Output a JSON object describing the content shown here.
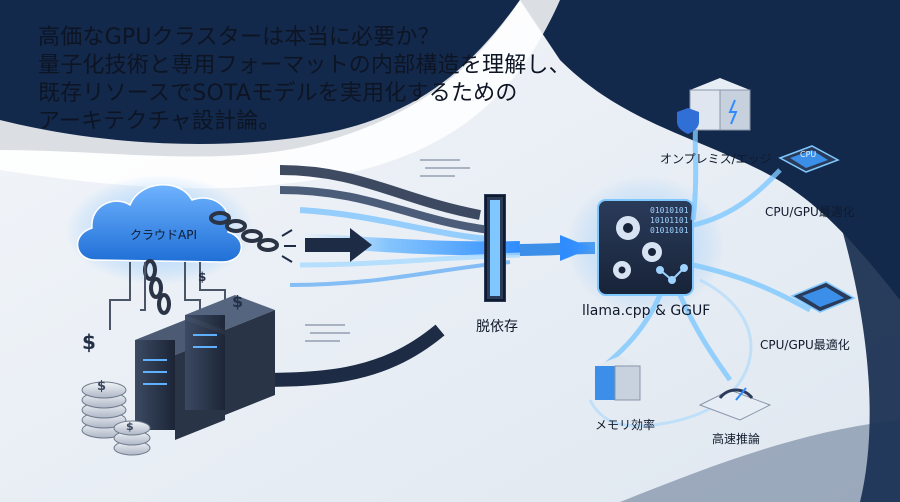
{
  "headline": {
    "lines": [
      "高価なGPUクラスターは本当に必要か？",
      "量子化技術と専用フォーマットの内部構造を理解し、",
      "既存リソースでSOTAモデルを実用化するための",
      "アーキテクチャ設計論。"
    ]
  },
  "labels": {
    "cloud_api": "クラウドAPI",
    "decoupling": "脱依存",
    "hub": "llama.cpp & GGUF",
    "onprem_edge": "オンプレミス/エッジ",
    "cpu_gpu_opt_1": "CPU/GPU最適化",
    "cpu_gpu_opt_2": "CPU/GPU最適化",
    "memory_efficiency": "メモリ効率",
    "fast_inference": "高速推論",
    "hub_bits": [
      "01010101",
      "10101101",
      "01010101"
    ],
    "chip_label": "CPU",
    "dollar": "$"
  },
  "colors": {
    "navy": "#13294b",
    "accent_blue": "#2f8cff",
    "glow_blue": "#7ec8ff",
    "cloud_blue": "#3a8ef0"
  }
}
